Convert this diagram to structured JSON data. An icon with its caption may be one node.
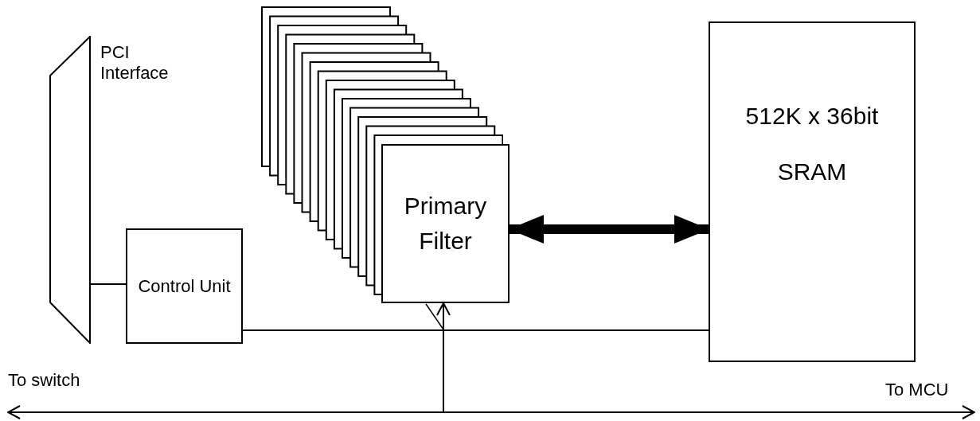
{
  "diagram": {
    "nodes": [
      {
        "text": [
          "PCI Interface"
        ]
      },
      {
        "text": [
          "Control Unit"
        ]
      },
      {
        "text": [
          "Primary Filter"
        ]
      },
      {
        "text": [
          "512K x 36bit",
          "SRAM"
        ]
      },
      {
        "text": [
          "To switch"
        ]
      },
      {
        "text": [
          "To MCU"
        ]
      }
    ],
    "edges": [
      {
        "from": 0,
        "to": 1,
        "arrow": "none"
      },
      {
        "from": 1,
        "to": 3,
        "arrow": "none"
      },
      {
        "from": 2,
        "to": 3,
        "arrow": "both",
        "style": "thick"
      },
      {
        "from": 4,
        "to": 5,
        "arrow": "both"
      },
      {
        "from": null,
        "to": 2,
        "arrow": "to"
      }
    ]
  }
}
